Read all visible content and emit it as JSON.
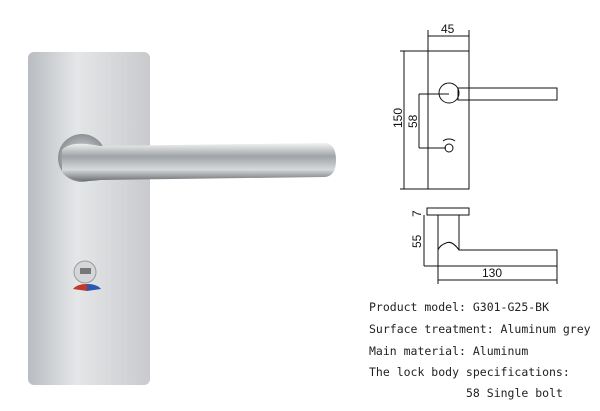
{
  "drawing": {
    "dim_width": "45",
    "dim_height": "150",
    "dim_center": "58",
    "dim_rose": "7",
    "dim_projection": "55",
    "dim_length": "130"
  },
  "specs": {
    "model": "Product model: G301-G25-BK",
    "surface": "Surface treatment: Aluminum grey",
    "material": "Main material: Aluminum",
    "lock_body": "The lock body specifications:",
    "bolt": "58 Single bolt"
  }
}
